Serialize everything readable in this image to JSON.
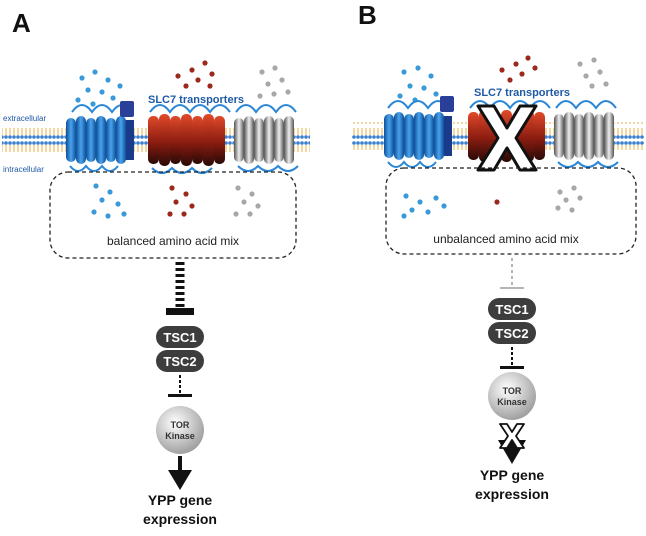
{
  "panels": {
    "a": {
      "letter": "A",
      "extracellular": "extracellular",
      "intracellular": "intracellular",
      "transporters_label": "SLC7 transporters",
      "mix_label": "balanced amino acid mix",
      "tsc1": "TSC1",
      "tsc2": "TSC2",
      "tor_line1": "TOR",
      "tor_line2": "Kinase",
      "output_line1": "YPP gene",
      "output_line2": "expression"
    },
    "b": {
      "letter": "B",
      "transporters_label": "SLC7 transporters",
      "mix_label": "unbalanced amino acid mix",
      "tsc1": "TSC1",
      "tsc2": "TSC2",
      "tor_line1": "TOR",
      "tor_line2": "Kinase",
      "output_line1": "YPP gene",
      "output_line2": "expression"
    }
  },
  "colors": {
    "blue_amino_acid": "#3a9ad9",
    "red_amino_acid": "#9b2a1e",
    "gray_amino_acid": "#a8a8a8",
    "membrane_lipid": "#e8b24a",
    "transporter_blue": "#1f78c8",
    "transporter_red": "#c23b22",
    "transporter_gray": "#8c8c8c",
    "tsc_fill": "#3d3d3d"
  },
  "icons": [
    "membrane-icon",
    "transporter-icon",
    "cross-icon",
    "inhibition-icon",
    "activation-arrow-icon"
  ]
}
